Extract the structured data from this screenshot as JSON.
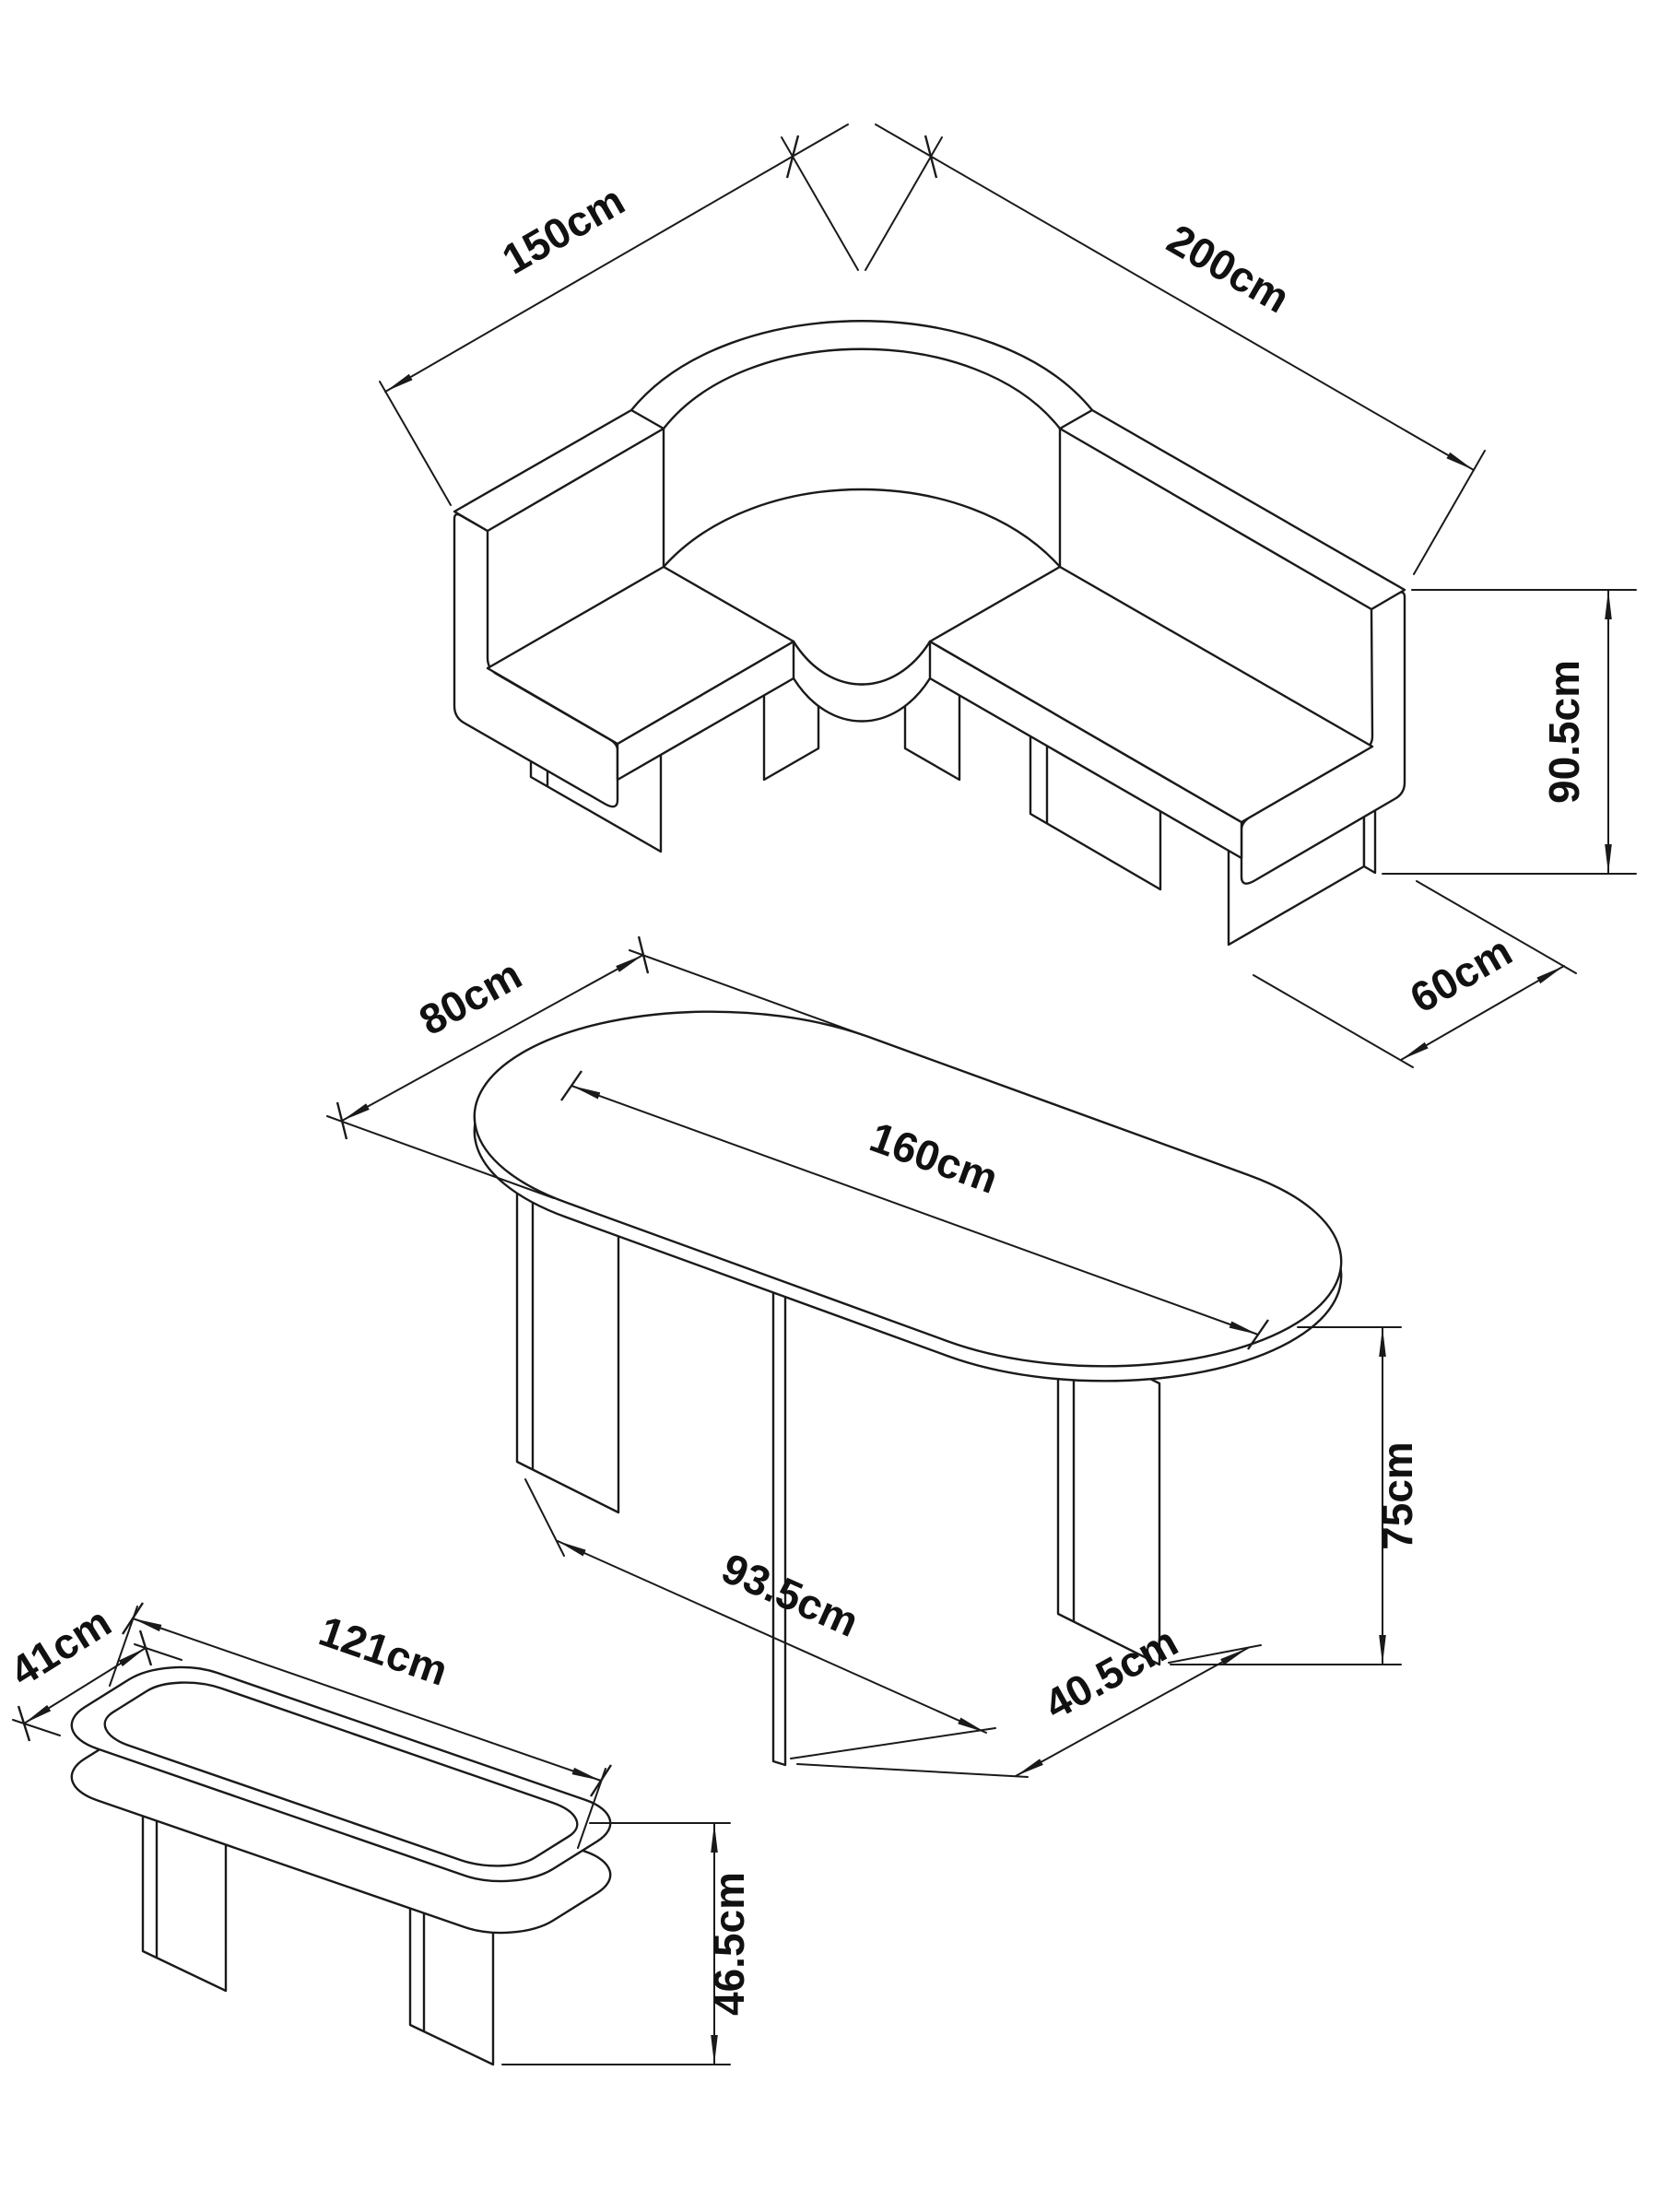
{
  "diagram": {
    "title": "furniture-dimension-drawing",
    "line_color": "#1a1a1a",
    "background": "#ffffff",
    "corner_bench": {
      "left_length": "150cm",
      "right_length": "200cm",
      "height": "90.5cm",
      "seat_depth": "60cm"
    },
    "table": {
      "width": "80cm",
      "length": "160cm",
      "height": "75cm",
      "leg_spacing": "93.5cm",
      "leg_inset": "40.5cm"
    },
    "bench": {
      "depth": "41cm",
      "length": "121cm",
      "height": "46.5cm"
    }
  }
}
